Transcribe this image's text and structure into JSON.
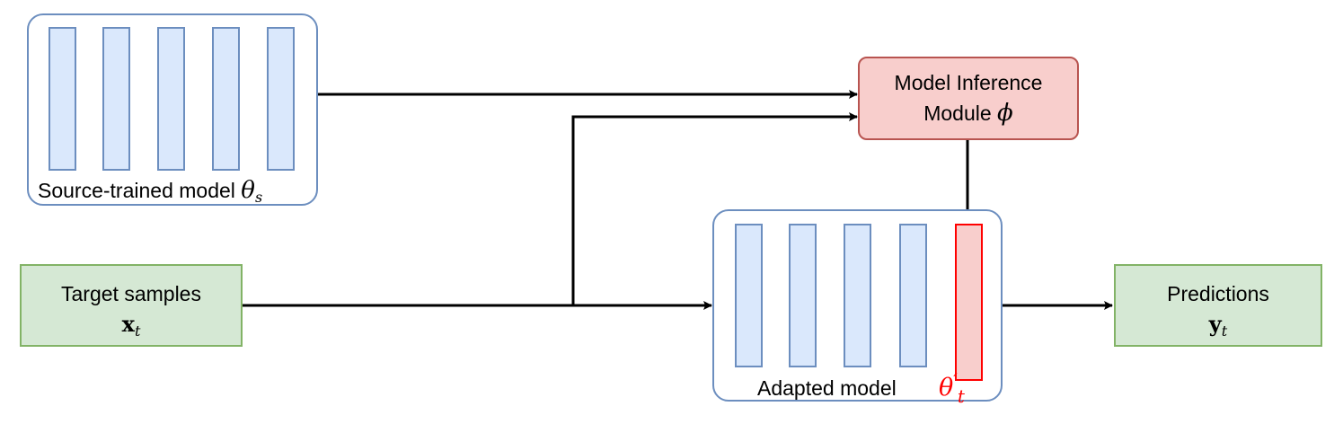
{
  "source_model": {
    "label": "Source-trained model",
    "symbol": "θ",
    "symbol_sub": "s"
  },
  "inference_module": {
    "label_line1": "Model Inference",
    "label_line2": "Module",
    "symbol": "ϕ"
  },
  "target_samples": {
    "label": "Target samples",
    "symbol": "x",
    "symbol_sub": "t"
  },
  "adapted_model": {
    "label": "Adapted model",
    "symbol": "θ",
    "symbol_prime": "′",
    "symbol_sub": "t"
  },
  "predictions": {
    "label": "Predictions",
    "symbol": "y",
    "symbol_sub": "t"
  },
  "colors": {
    "layer_fill": "#dae8fc",
    "layer_stroke": "#6c8ebf",
    "adapted_fill": "#f8cecc",
    "adapted_stroke": "#ff0000",
    "green_fill": "#d5e8d4",
    "green_stroke": "#82b366",
    "module_fill": "#f8cecc",
    "module_stroke": "#b85450",
    "highlight_text": "#ff0000"
  }
}
